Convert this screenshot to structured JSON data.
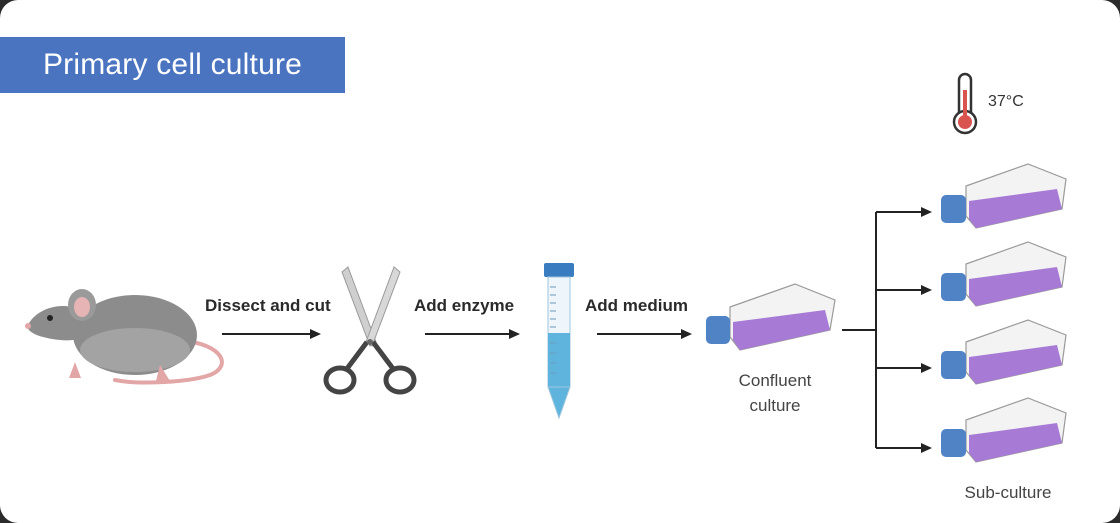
{
  "title": "Primary cell culture",
  "steps": [
    {
      "label": "Dissect and cut"
    },
    {
      "label": "Add enzyme"
    },
    {
      "label": "Add medium"
    }
  ],
  "confluent_caption": [
    "Confluent",
    "culture"
  ],
  "temperature": "37°C",
  "subculture_caption": "Sub-culture",
  "colors": {
    "banner": "#4a74c0",
    "medium": "#a77ad6",
    "cap": "#4f83c5",
    "tube_liquid": "#5fb4de",
    "thermometer_red": "#d9534f"
  },
  "icons": [
    "mouse-illustration",
    "scissors-icon",
    "centrifuge-tube-icon",
    "culture-flask-icon",
    "thermometer-icon"
  ]
}
